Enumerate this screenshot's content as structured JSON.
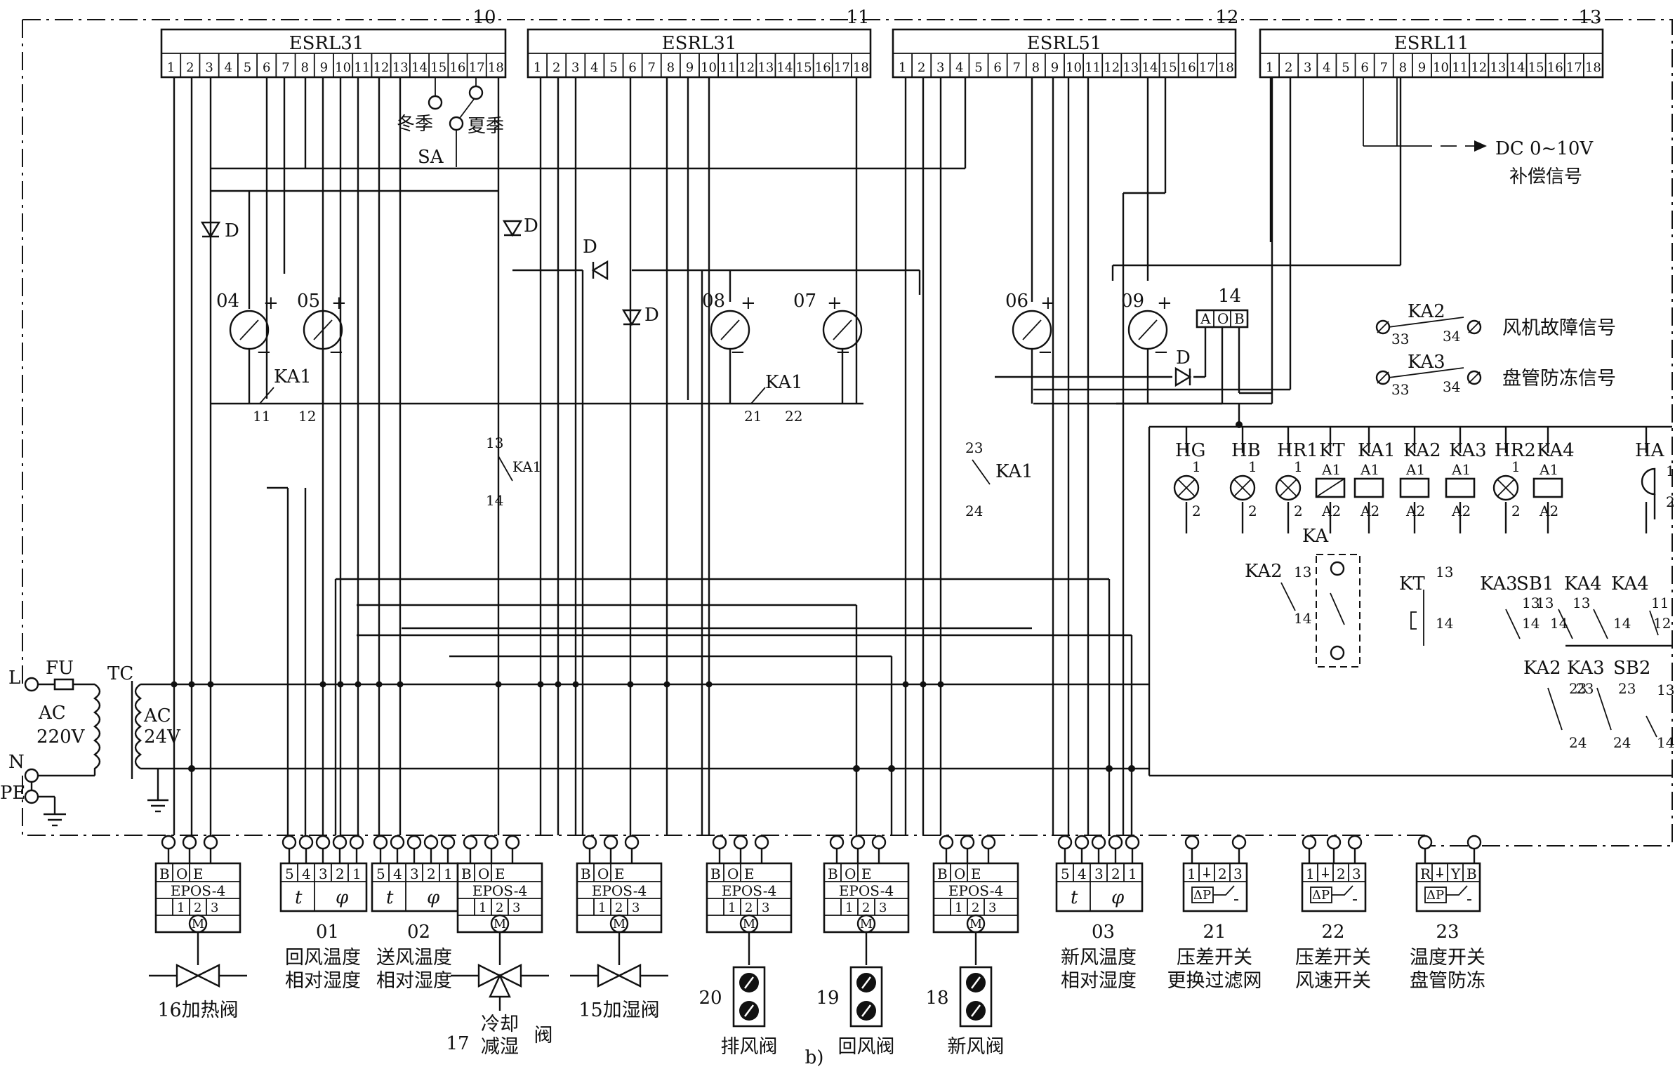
{
  "figure_label": "b)",
  "controllers": [
    {
      "id": "10",
      "model": "ESRL31"
    },
    {
      "id": "11",
      "model": "ESRL31"
    },
    {
      "id": "12",
      "model": "ESRL51"
    },
    {
      "id": "13",
      "model": "ESRL11"
    }
  ],
  "controller_terminals": [
    "1",
    "2",
    "3",
    "4",
    "5",
    "6",
    "7",
    "8",
    "9",
    "10",
    "11",
    "12",
    "13",
    "14",
    "15",
    "16",
    "17",
    "18"
  ],
  "season_switch": {
    "label": "SA",
    "winter": "冬季",
    "summer": "夏季"
  },
  "compensation_signal": {
    "line1": "DC 0~10V",
    "line2": "补偿信号"
  },
  "meters": [
    "04",
    "05",
    "08",
    "07",
    "06",
    "09"
  ],
  "diode_label": "D",
  "relay_contacts": {
    "ka1": "KA1",
    "c11": "11",
    "c12": "12",
    "c21": "21",
    "c22": "22",
    "c13": "13",
    "c14": "14",
    "c23": "23",
    "c24": "24"
  },
  "terminal_block_14": {
    "id": "14",
    "pins": [
      "A",
      "O",
      "B"
    ]
  },
  "fault_signals": [
    {
      "relay": "KA2",
      "n1": "33",
      "n2": "34",
      "label": "风机故障信号"
    },
    {
      "relay": "KA3",
      "n1": "33",
      "n2": "34",
      "label": "盘管防冻信号"
    }
  ],
  "power": {
    "L": "L",
    "N": "N",
    "PE": "PE",
    "FU": "FU",
    "TC": "TC",
    "ac_primary": [
      "AC",
      "220V"
    ],
    "ac_secondary": [
      "AC",
      "24V"
    ]
  },
  "panel_devices": [
    {
      "name": "HG",
      "kind": "lamp"
    },
    {
      "name": "HB",
      "kind": "lamp"
    },
    {
      "name": "HR1",
      "kind": "lamp"
    },
    {
      "name": "KT",
      "kind": "timer"
    },
    {
      "name": "KA1",
      "kind": "coil"
    },
    {
      "name": "KA2",
      "kind": "coil"
    },
    {
      "name": "KA3",
      "kind": "coil"
    },
    {
      "name": "HR2",
      "kind": "lamp"
    },
    {
      "name": "KA4",
      "kind": "coil"
    },
    {
      "name": "HA",
      "kind": "horn"
    }
  ],
  "pin_labels": {
    "p1": "1",
    "p2": "2",
    "a1": "A1",
    "a2": "A2",
    "p11": "11",
    "p12": "12",
    "p13": "13",
    "p14": "14",
    "p23": "23",
    "p24": "24"
  },
  "control_contacts": {
    "ka": "KA",
    "ka2": "KA2",
    "ka3": "KA3",
    "ka4": "KA4",
    "kt": "KT",
    "sb1": "SB1",
    "sb2": "SB2"
  },
  "actuator": {
    "model": "EPOS-4",
    "pins": [
      "B",
      "O",
      "E"
    ],
    "terms": [
      "1",
      "2",
      "3"
    ],
    "motor": "M"
  },
  "sensor": {
    "pins": [
      "5",
      "4",
      "3",
      "2",
      "1"
    ],
    "t": "t",
    "phi": "φ"
  },
  "field_devices": [
    {
      "id": "16",
      "caption": "16加热阀"
    },
    {
      "id": "01",
      "line1": "回风温度",
      "line2": "相对湿度"
    },
    {
      "id": "02",
      "line1": "送风温度",
      "line2": "相对湿度"
    },
    {
      "id": "17",
      "line1": "冷却",
      "line2": "减湿",
      "suffix": "阀"
    },
    {
      "id": "15",
      "caption": "15加湿阀"
    },
    {
      "id": "20",
      "caption": "排风阀"
    },
    {
      "id": "19",
      "caption": "回风阀"
    },
    {
      "id": "18",
      "caption": "新风阀"
    },
    {
      "id": "03",
      "line1": "新风温度",
      "line2": "相对湿度"
    },
    {
      "id": "21",
      "line1": "压差开关",
      "line2": "更换过滤网"
    },
    {
      "id": "22",
      "line1": "压差开关",
      "line2": "风速开关"
    },
    {
      "id": "23",
      "line1": "温度开关",
      "line2": "盘管防冻"
    }
  ],
  "switch_pins": {
    "s21": [
      "1",
      "2",
      "3"
    ],
    "s22": [
      "1",
      "2",
      "3"
    ],
    "s23": [
      "R",
      "Y",
      "B"
    ],
    "dp": "ΔP"
  }
}
